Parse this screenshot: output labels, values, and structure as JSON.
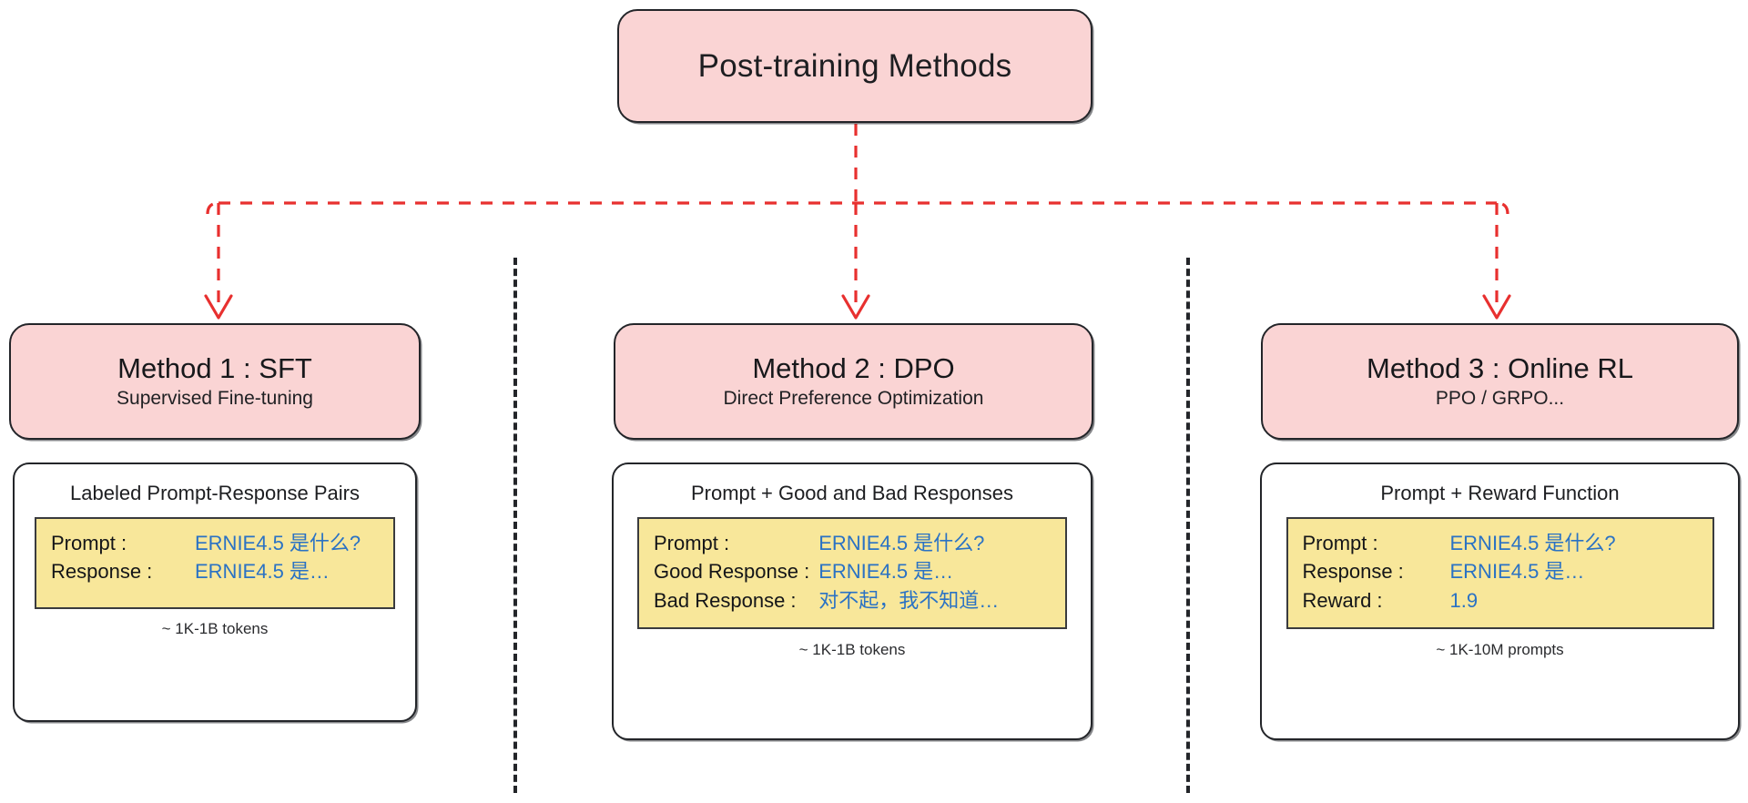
{
  "diagram": {
    "root": {
      "label": "Post-training Methods"
    },
    "accent_colors": {
      "node_fill_pink": "#fad4d4",
      "example_fill_yellow": "#f8e79a",
      "arrow_red": "#e8302f",
      "value_blue": "#2a72c4",
      "stroke_dark": "#232529"
    },
    "methods": [
      {
        "id": "method-1",
        "title": "Method 1 : SFT",
        "subtitle": "Supervised Fine-tuning",
        "card_heading": "Labeled Prompt-Response Pairs",
        "example": [
          {
            "key": "Prompt :",
            "value": "ERNIE4.5 是什么?"
          },
          {
            "key": "Response :",
            "value": "ERNIE4.5 是…"
          }
        ],
        "footnote": "~ 1K-1B tokens"
      },
      {
        "id": "method-2",
        "title": "Method 2 : DPO",
        "subtitle": "Direct Preference Optimization",
        "card_heading": "Prompt + Good and Bad Responses",
        "example": [
          {
            "key": "Prompt :",
            "value": "ERNIE4.5 是什么?"
          },
          {
            "key": "Good Response :",
            "value": "ERNIE4.5 是…"
          },
          {
            "key": "Bad Response :",
            "value": "对不起，我不知道…"
          }
        ],
        "footnote": "~ 1K-1B tokens"
      },
      {
        "id": "method-3",
        "title": "Method 3 : Online RL",
        "subtitle": "PPO / GRPO...",
        "card_heading": "Prompt + Reward Function",
        "example": [
          {
            "key": "Prompt :",
            "value": "ERNIE4.5 是什么?"
          },
          {
            "key": "Response :",
            "value": "ERNIE4.5 是…"
          },
          {
            "key": "Reward :",
            "value": "1.9"
          }
        ],
        "footnote": "~ 1K-10M prompts"
      }
    ]
  }
}
